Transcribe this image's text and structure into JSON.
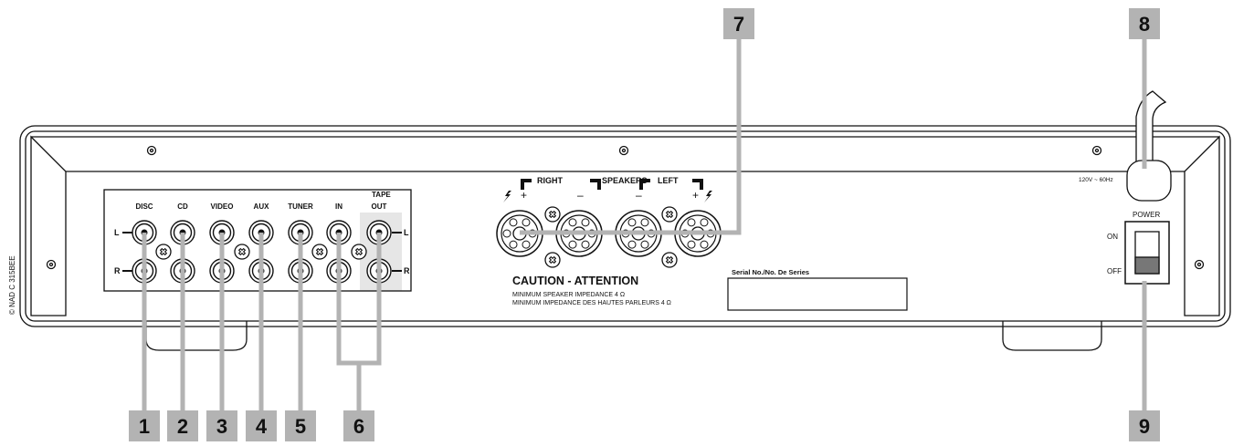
{
  "copyright": "© NAD C 315BEE",
  "inputs": {
    "labels": [
      "DISC",
      "CD",
      "VIDEO",
      "AUX",
      "TUNER",
      "IN",
      "OUT"
    ],
    "tape_label": "TAPE",
    "left_marker": "L",
    "right_marker": "R"
  },
  "speakers": {
    "right": "RIGHT",
    "title": "SPEAKERS",
    "left": "LEFT",
    "plus": "+",
    "minus": "–",
    "caution_title": "CAUTION - ATTENTION",
    "caution_line1": "MINIMUM SPEAKER IMPEDANCE 4 Ω",
    "caution_line2": "MINIMUM IMPEDANCE DES HAUTES PARLEURS 4 Ω"
  },
  "serial_label": "Serial No./No. De Series",
  "power": {
    "voltage": "120V ~ 60Hz",
    "label": "POWER",
    "on": "ON",
    "off": "OFF"
  },
  "callouts": [
    "1",
    "2",
    "3",
    "4",
    "5",
    "6",
    "7",
    "8",
    "9"
  ],
  "colors": {
    "callout_fill": "#b3b3b3",
    "leader_line": "#b3b3b3",
    "outline": "#111111"
  }
}
